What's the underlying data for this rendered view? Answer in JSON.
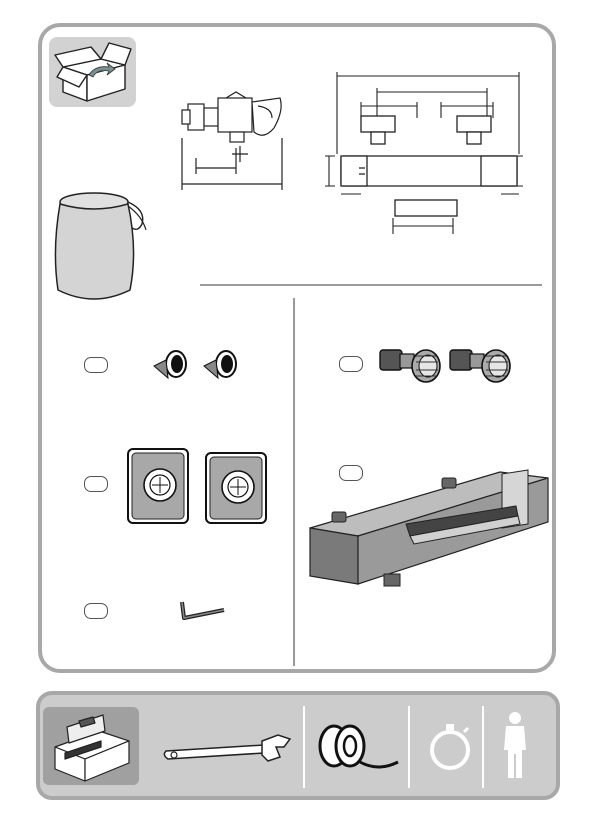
{
  "sheet": {
    "background": "#ffffff",
    "panel_border": "#a8a8a8",
    "toolbar_background": "#cccccc"
  },
  "icons": {
    "box": "unpacking-box-icon",
    "bag": "storage-bag-icon",
    "wrench": "adjustable-wrench-icon",
    "tape": "sealing-tape-icon",
    "timer": "stopwatch-icon",
    "person": "one-person-icon",
    "toolbox": "toolbox-icon"
  },
  "parts": [
    {
      "id": "cone-filters",
      "quantity": 2
    },
    {
      "id": "eccentric-connectors",
      "quantity": 2
    },
    {
      "id": "cover-rosettes",
      "quantity": 2
    },
    {
      "id": "thermostat-body",
      "quantity": 1
    },
    {
      "id": "hex-key",
      "quantity": 1
    }
  ]
}
